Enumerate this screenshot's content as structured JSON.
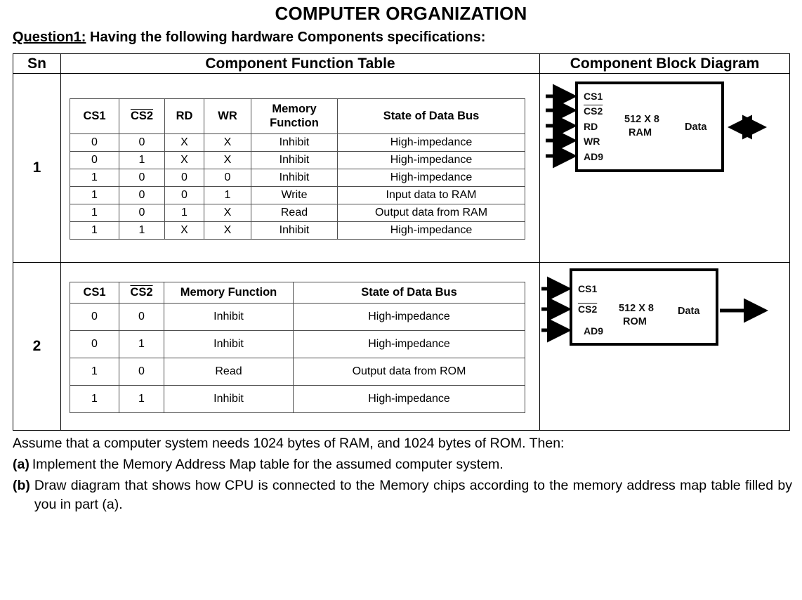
{
  "document": {
    "title": "COMPUTER ORGANIZATION",
    "question_label": "Question1:",
    "question_text": "Having the following hardware Components specifications:"
  },
  "outer_table": {
    "headers": {
      "sn": "Sn",
      "function_table": "Component Function Table",
      "block_diagram": "Component Block Diagram"
    },
    "rows": [
      {
        "sn": "1"
      },
      {
        "sn": "2"
      }
    ]
  },
  "ram_function_table": {
    "headers": [
      "CS1",
      "CS2",
      "RD",
      "WR",
      "Memory Function",
      "State of Data Bus"
    ],
    "header_overline": [
      false,
      true,
      false,
      false,
      false,
      false
    ],
    "rows": [
      [
        "0",
        "0",
        "X",
        "X",
        "Inhibit",
        "High-impedance"
      ],
      [
        "0",
        "1",
        "X",
        "X",
        "Inhibit",
        "High-impedance"
      ],
      [
        "1",
        "0",
        "0",
        "0",
        "Inhibit",
        "High-impedance"
      ],
      [
        "1",
        "0",
        "0",
        "1",
        "Write",
        "Input data to RAM"
      ],
      [
        "1",
        "0",
        "1",
        "X",
        "Read",
        "Output data from RAM"
      ],
      [
        "1",
        "1",
        "X",
        "X",
        "Inhibit",
        "High-impedance"
      ]
    ]
  },
  "rom_function_table": {
    "headers": [
      "CS1",
      "CS2",
      "Memory Function",
      "State of Data Bus"
    ],
    "header_overline": [
      false,
      true,
      false,
      false
    ],
    "rows": [
      [
        "0",
        "0",
        "Inhibit",
        "High-impedance"
      ],
      [
        "0",
        "1",
        "Inhibit",
        "High-impedance"
      ],
      [
        "1",
        "0",
        "Read",
        "Output data from ROM"
      ],
      [
        "1",
        "1",
        "Inhibit",
        "High-impedance"
      ]
    ]
  },
  "ram_block_diagram": {
    "chip_size": "512 X 8",
    "chip_type": "RAM",
    "input_pins": [
      "CS1",
      "CS2",
      "RD",
      "WR",
      "AD9"
    ],
    "input_overline": [
      false,
      true,
      false,
      false,
      false
    ],
    "data_label": "Data",
    "data_direction": "bidirectional"
  },
  "rom_block_diagram": {
    "chip_size": "512 X 8",
    "chip_type": "ROM",
    "input_pins": [
      "CS1",
      "CS2",
      "AD9"
    ],
    "input_overline": [
      false,
      true,
      false
    ],
    "data_label": "Data",
    "data_direction": "output"
  },
  "footer": {
    "assume_line": "Assume that a computer system needs 1024 bytes of RAM, and 1024 bytes of ROM. Then:",
    "items": [
      {
        "label": "(a)",
        "text": "Implement the Memory Address Map table for the assumed computer system."
      },
      {
        "label": "(b)",
        "text": "Draw diagram that shows how CPU is connected to the Memory chips according to the memory address map table filled by you in part (a)."
      }
    ]
  }
}
